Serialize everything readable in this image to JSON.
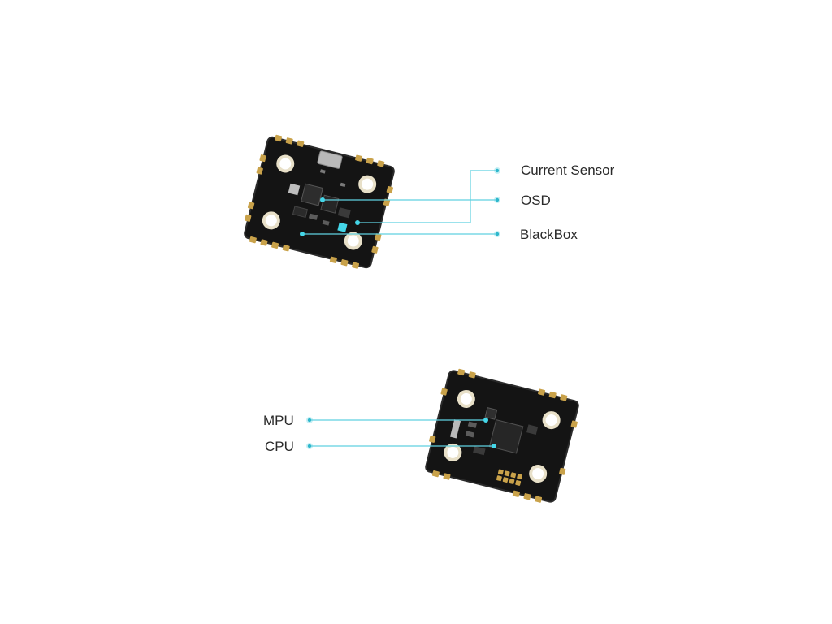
{
  "top_board": {
    "callouts": [
      {
        "id": "current-sensor",
        "label": "Current Sensor"
      },
      {
        "id": "osd",
        "label": "OSD"
      },
      {
        "id": "blackbox",
        "label": "BlackBox"
      }
    ]
  },
  "bottom_board": {
    "callouts": [
      {
        "id": "mpu",
        "label": "MPU"
      },
      {
        "id": "cpu",
        "label": "CPU"
      }
    ]
  },
  "colors": {
    "background": "#ffffff",
    "pcb": "#141414",
    "pcb_edge": "#2b2b2b",
    "gold_pad": "#c9a24a",
    "leader_line": "#5fd0e0",
    "label_text": "#2a2a2a"
  }
}
